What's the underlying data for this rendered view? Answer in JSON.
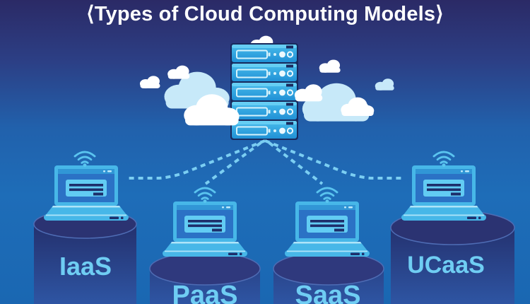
{
  "title": "⟨Types of Cloud Computing Models⟩",
  "server": {
    "name": "cloud-server-rack",
    "units": 5
  },
  "models": [
    {
      "id": "iaas",
      "label": "IaaS"
    },
    {
      "id": "paas",
      "label": "PaaS"
    },
    {
      "id": "saas",
      "label": "SaaS"
    },
    {
      "id": "ucaas",
      "label": "UCaaS"
    }
  ],
  "icons": [
    "server-stack-icon",
    "cloud-icon",
    "laptop-icon",
    "wifi-icon",
    "connection-dashed-line"
  ],
  "colors": {
    "background_top": "#2b2a66",
    "background_bottom": "#1a67b2",
    "title_text": "#ffffff",
    "label_text": "#6fcdf3",
    "device_blue": "#47b7e8",
    "panel_light_blue": "#62ccf3",
    "detail_navy": "#1d2e6b",
    "server_blue": "#2e9fdd",
    "dashed_line": "#7bcef2",
    "cloud_white": "#ffffff",
    "cloud_blue": "#c7e9f9",
    "pillar_dark": "#232a64"
  }
}
